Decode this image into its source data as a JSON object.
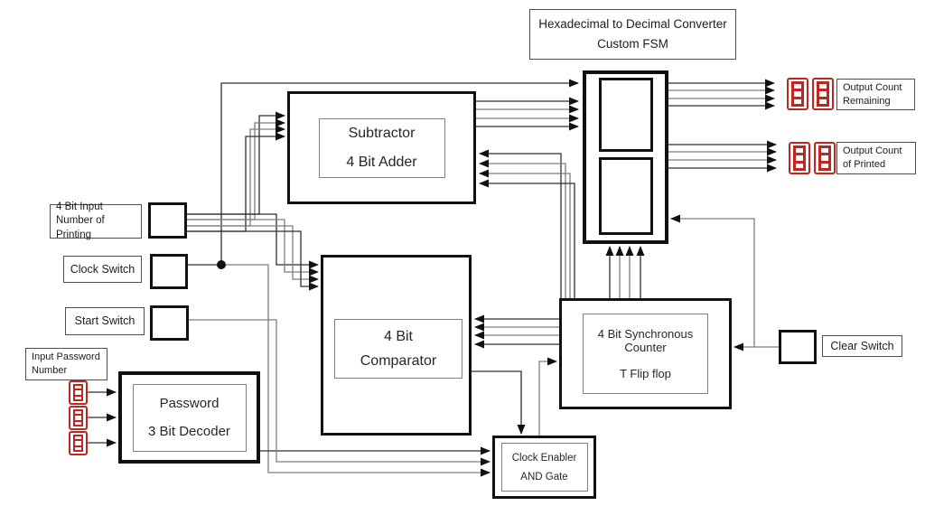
{
  "title_box": {
    "line1": "Hexadecimal to Decimal Converter",
    "line2": "Custom FSM"
  },
  "blocks": {
    "subtractor": {
      "line1": "Subtractor",
      "line2": "4 Bit Adder"
    },
    "comparator": {
      "line1": "4 Bit",
      "line2": "Comparator"
    },
    "counter": {
      "line1": "4 Bit Synchronous",
      "line2": "Counter",
      "line3": "T Flip flop"
    },
    "password": {
      "line1": "Password",
      "line2": "3 Bit Decoder"
    },
    "clock_enabler": {
      "line1": "Clock Enabler",
      "line2": "AND Gate"
    }
  },
  "switches": {
    "input_number": "4 Bit Input Number of Printing",
    "clock": "Clock Switch",
    "start": "Start Switch",
    "clear": "Clear Switch"
  },
  "labels": {
    "input_password": "Input Password Number",
    "output_remaining": "Output Count Remaining",
    "output_printed": "Output Count of Printed"
  },
  "colors": {
    "segment_red": "#c0251f",
    "wire_dark": "#2f2f2f",
    "wire_gray": "#7d7d7d"
  }
}
